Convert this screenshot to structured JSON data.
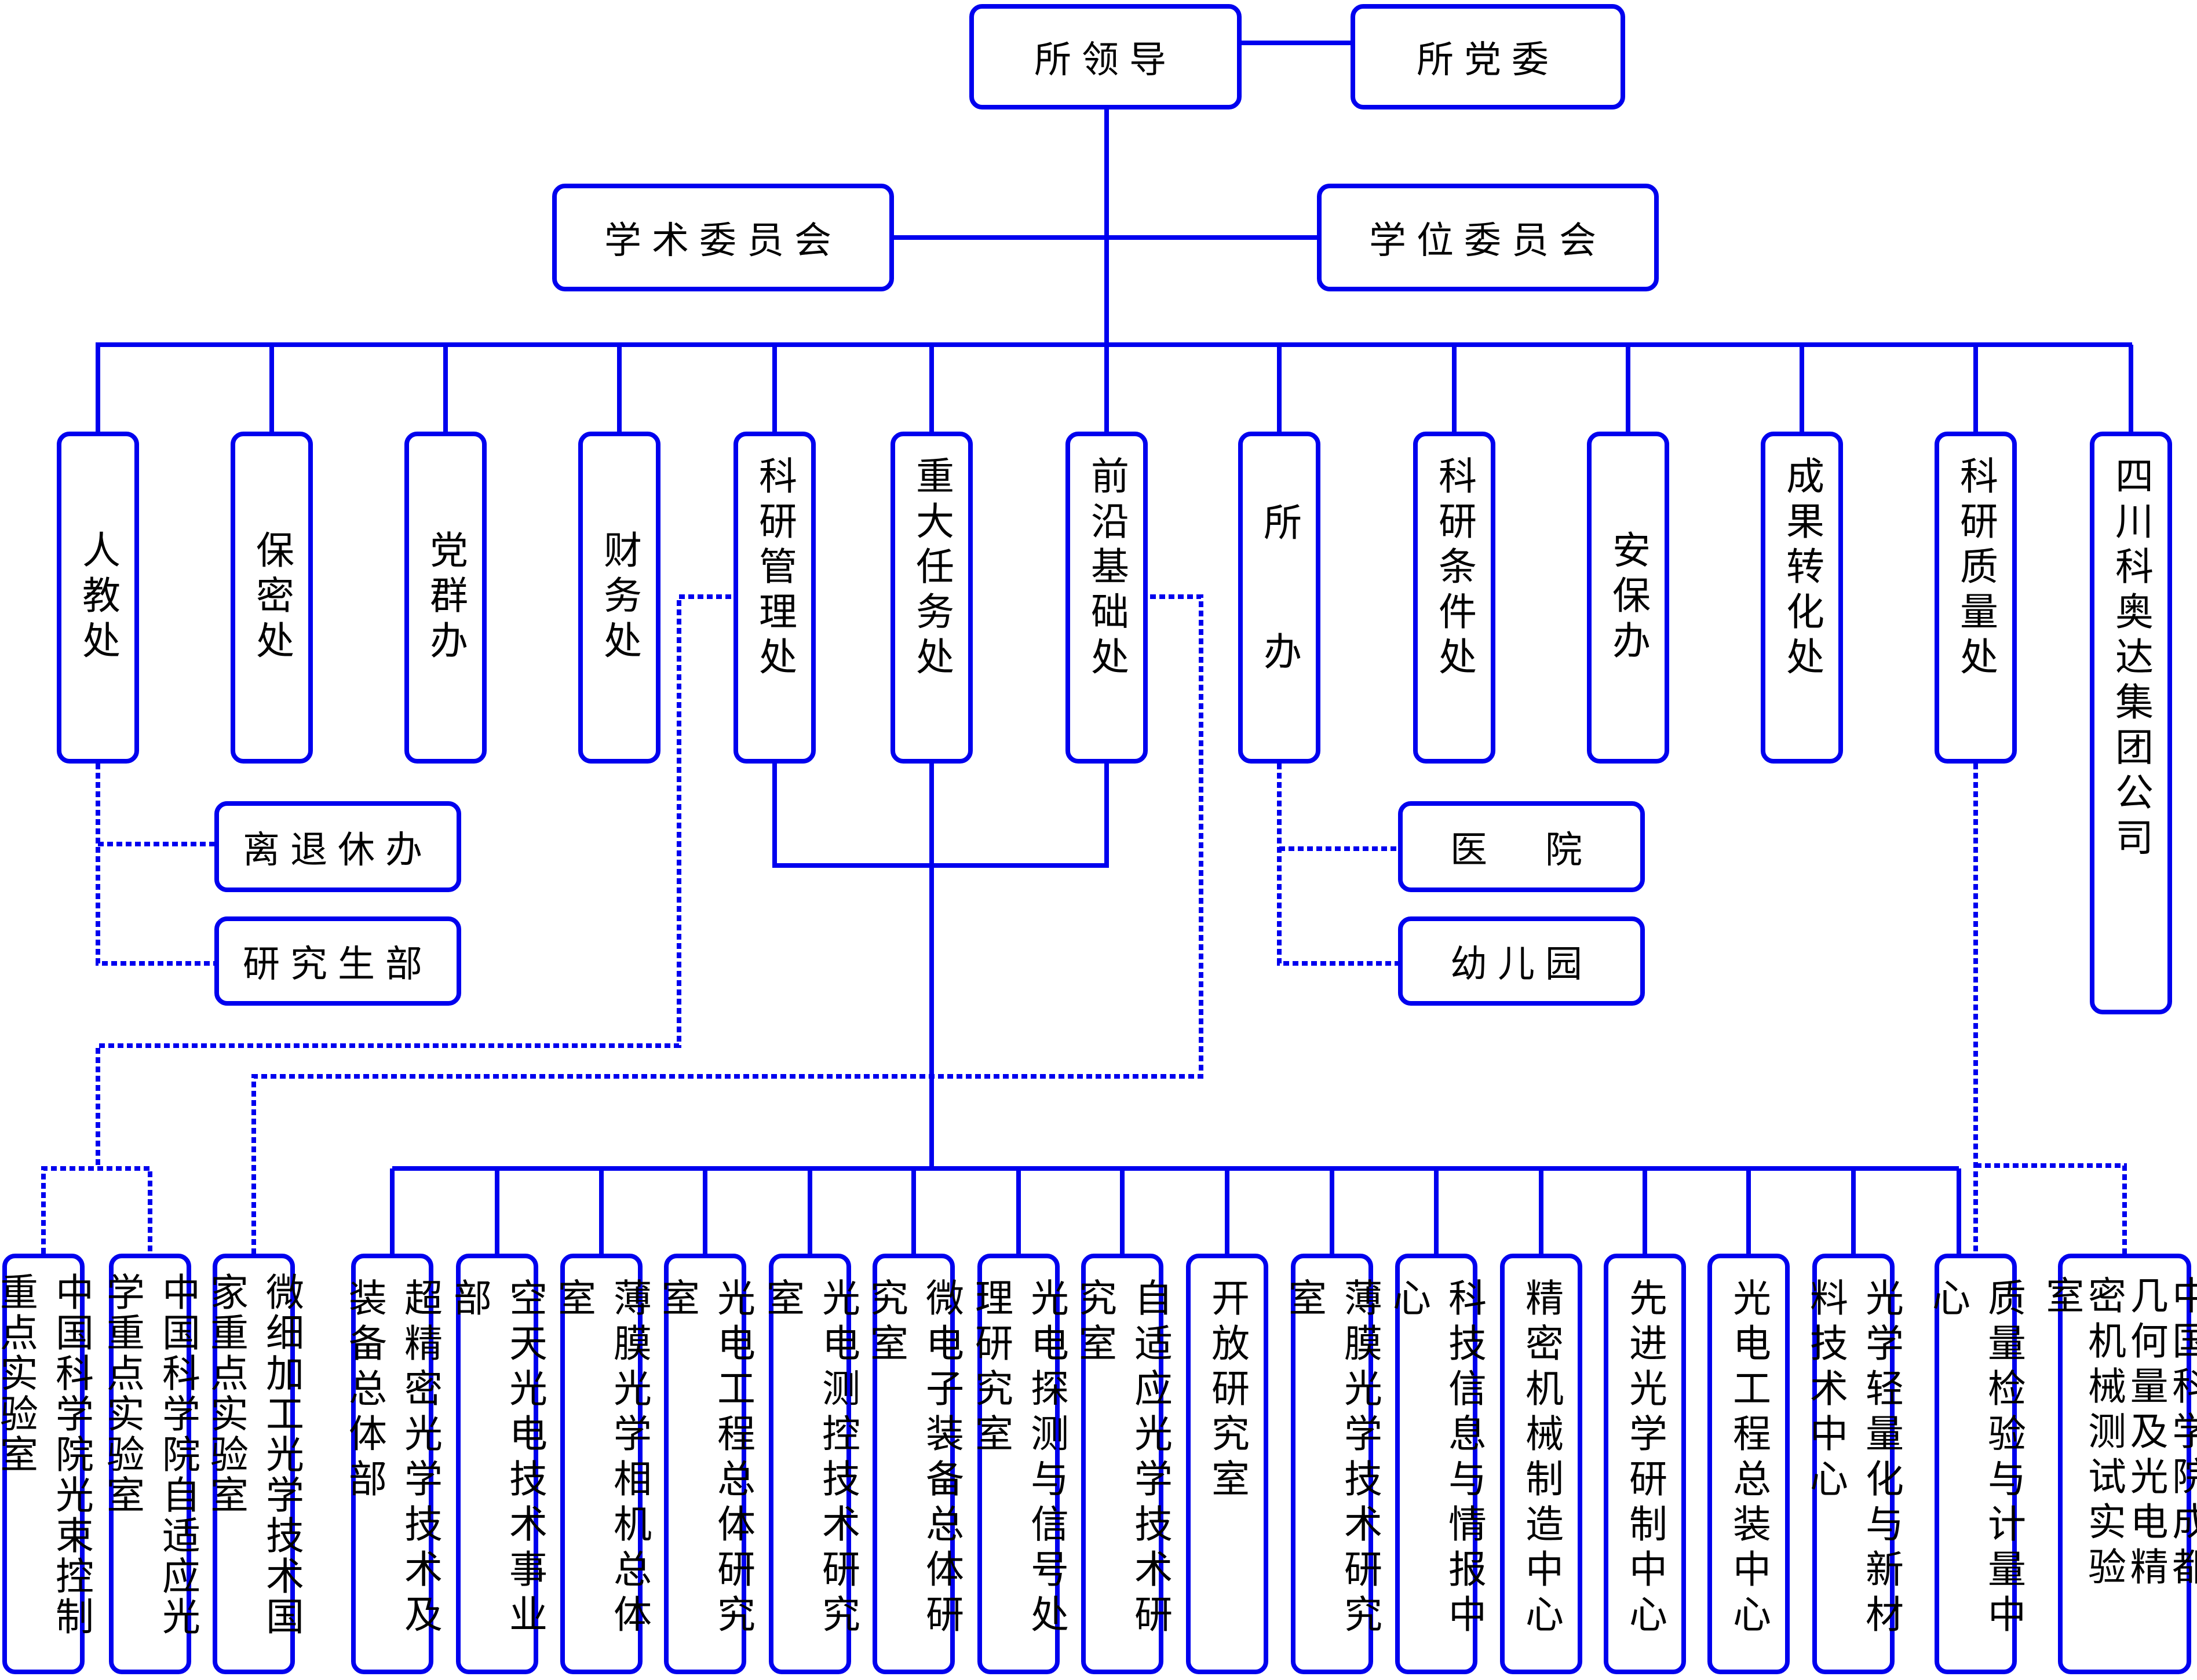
{
  "colors": {
    "line": "#0000ee",
    "text": "#000000",
    "background": "#ffffff"
  },
  "top": {
    "leadership": "所领导",
    "party_committee": "所党委",
    "academic_committee": "学术委员会",
    "degree_committee": "学位委员会"
  },
  "departments": [
    {
      "label": "人教处"
    },
    {
      "label": "保密处"
    },
    {
      "label": "党群办"
    },
    {
      "label": "财务处"
    },
    {
      "label": "科研管理处"
    },
    {
      "label": "重大任务处"
    },
    {
      "label": "前沿基础处"
    },
    {
      "label": "所 办"
    },
    {
      "label": "科研条件处"
    },
    {
      "label": "安保办"
    },
    {
      "label": "成果转化处"
    },
    {
      "label": "科研质量处"
    },
    {
      "label": "四川科奥达集团公司"
    }
  ],
  "sub_units": {
    "retirement_office": "离退休办",
    "graduate_department": "研究生部",
    "hospital": "医　院",
    "kindergarten": "幼儿园"
  },
  "research_units": [
    {
      "label": "中国科学院光束控制重点实验室"
    },
    {
      "label": "中国科学院自适应光学重点实验室"
    },
    {
      "label": "微细加工光学技术国家重点实验室"
    },
    {
      "label": "超精密光学技术及装备总体部"
    },
    {
      "label": "空天光电技术事业部"
    },
    {
      "label": "薄膜光学相机总体室"
    },
    {
      "label": "光电工程总体研究室"
    },
    {
      "label": "光电测控技术研究室"
    },
    {
      "label": "微电子装备总体研究室"
    },
    {
      "label": "光电探测与信号处理研究室"
    },
    {
      "label": "自适应光学技术研究室"
    },
    {
      "label": "开放研究室"
    },
    {
      "label": "薄膜光学技术研究室"
    },
    {
      "label": "科技信息与情报中心"
    },
    {
      "label": "精密机械制造中心"
    },
    {
      "label": "先进光学研制中心"
    },
    {
      "label": "光电工程总装中心"
    },
    {
      "label": "光学轻量化与新材料技术中心"
    },
    {
      "label": "质量检验与计量中心"
    },
    {
      "label": "中国科学院成都几何量及光电精密机械测试实验室"
    }
  ]
}
